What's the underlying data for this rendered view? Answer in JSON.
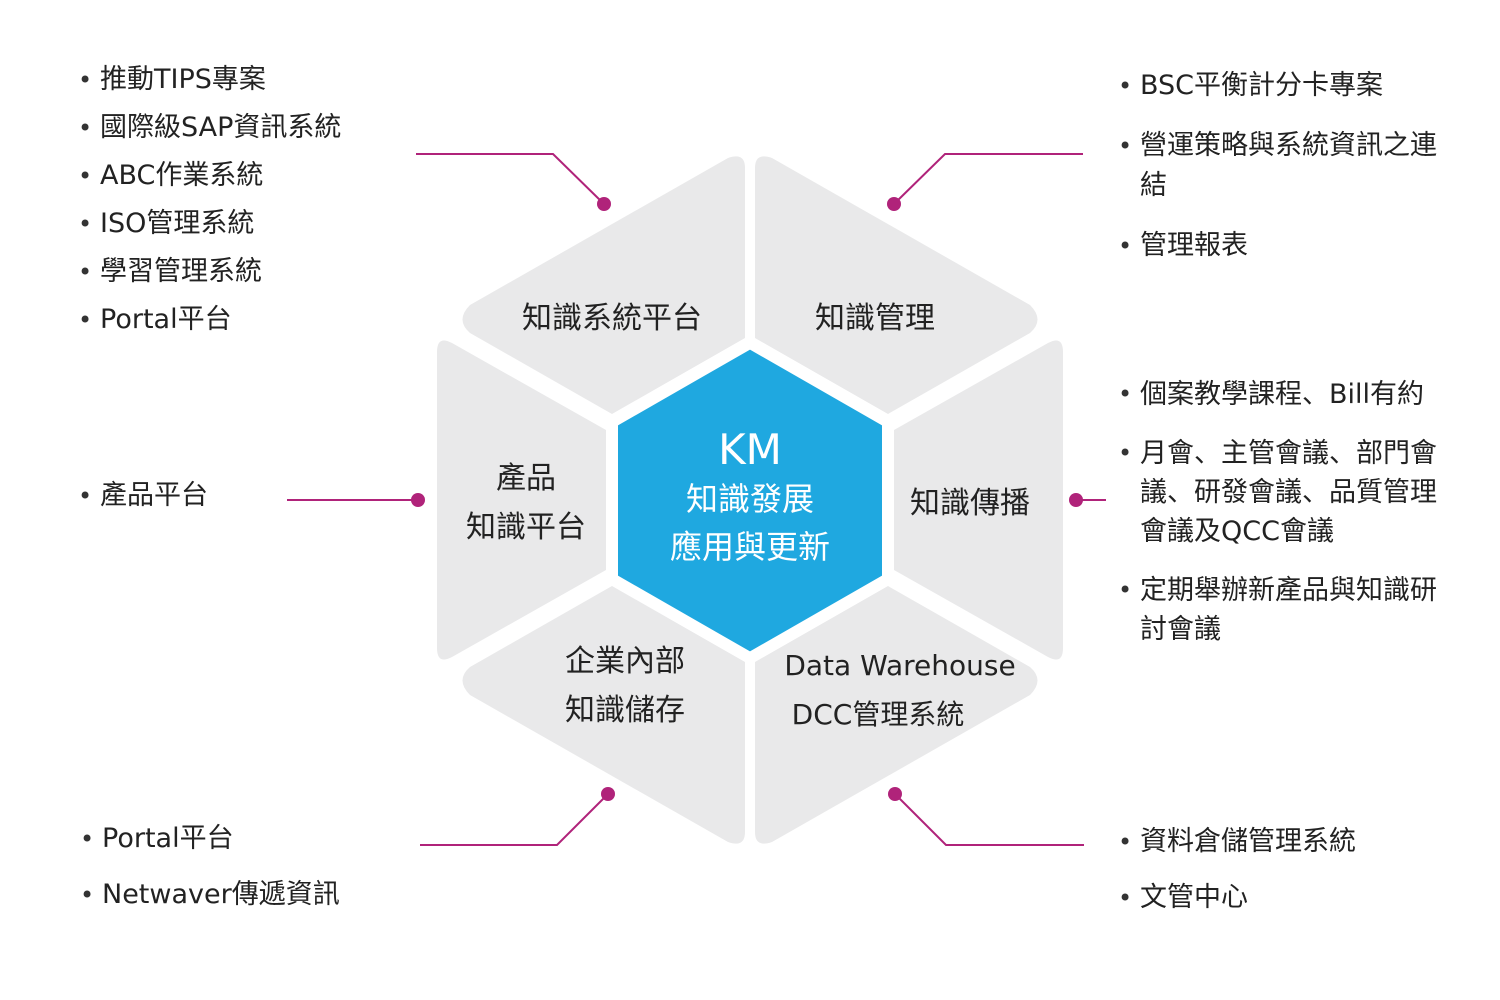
{
  "center": {
    "title": "KM",
    "line1": "知識發展",
    "line2": "應用與更新"
  },
  "sectors": {
    "top_left": "知識系統平台",
    "top_right": "知識管理",
    "left_line1": "產品",
    "left_line2": "知識平台",
    "right": "知識傳播",
    "bottom_left_line1": "企業內部",
    "bottom_left_line2": "知識儲存",
    "bottom_right_line1": "Data Warehouse",
    "bottom_right_line2": "DCC管理系統"
  },
  "lists": {
    "top_left": [
      "推動TIPS專案",
      "國際級SAP資訊系統",
      "ABC作業系統",
      "ISO管理系統",
      "學習管理系統",
      "Portal平台"
    ],
    "top_right": [
      "BSC平衡計分卡專案",
      "營運策略與系統資訊之連結",
      "管理報表"
    ],
    "left": [
      "產品平台"
    ],
    "right": [
      "個案教學課程、Bill有約",
      "月會、主管會議、部門會議、研發會議、品質管理會議及QCC會議",
      "定期舉辦新產品與知識研討會議"
    ],
    "bottom_left": [
      "Portal平台",
      "Netwaver傳遞資訊"
    ],
    "bottom_right": [
      "資料倉儲管理系統",
      "文管中心"
    ]
  },
  "colors": {
    "center": "#1fa8e0",
    "sector": "#e9e9ea",
    "connector": "#b0237a"
  }
}
